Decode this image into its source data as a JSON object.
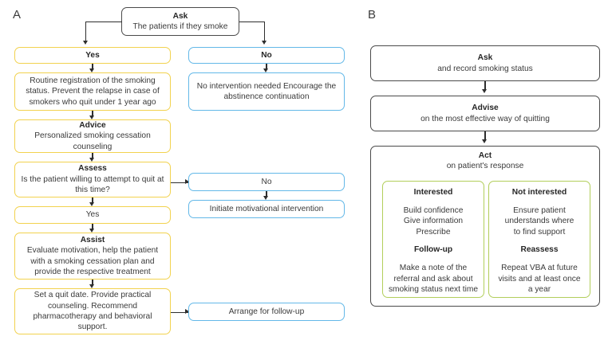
{
  "figure": {
    "panels": [
      {
        "label": "A",
        "name": "panel-a-label"
      },
      {
        "label": "B",
        "name": "panel-b-label"
      }
    ]
  },
  "colors": {
    "dark_border": "#4a4a4a",
    "yellow_border": "#f2d24e",
    "blue_border": "#63b8e8",
    "green_border": "#b2ce5b",
    "text": "#3a3a3a",
    "connector": "#2e2e2e",
    "background": "#ffffff"
  },
  "panel_a": {
    "label": "A",
    "ask": {
      "title": "Ask",
      "body": "The patients if they smoke"
    },
    "yes_branch": {
      "label": "Yes",
      "steps": [
        {
          "title": "",
          "body": "Routine registration of the smoking status. Prevent the relapse in case of smokers who quit under 1 year ago"
        },
        {
          "title": "Advice",
          "body": "Personalized smoking cessation counseling"
        },
        {
          "title": "Assess",
          "body": "Is the patient willing to attempt to quit at this time?"
        },
        {
          "title": "",
          "body": "Yes"
        },
        {
          "title": "Assist",
          "body": "Evaluate motivation, help the patient with a smoking cessation plan and provide the respective treatment"
        },
        {
          "title": "",
          "body": "Set a quit date. Provide practical counseling. Recommend pharmacotherapy and behavioral support."
        }
      ]
    },
    "no_branch": {
      "label": "No",
      "steps": [
        {
          "title": "",
          "body": "No intervention needed Encourage the abstinence continuation"
        }
      ]
    },
    "assess_no": {
      "label": "No",
      "action": "Initiate motivational intervention"
    },
    "followup": {
      "label": "Arrange for follow-up"
    }
  },
  "panel_b": {
    "label": "B",
    "steps": [
      {
        "title": "Ask",
        "body": "and record smoking status"
      },
      {
        "title": "Advise",
        "body": "on the most effective way of quitting"
      },
      {
        "title": "Act",
        "body": "on patient's response"
      }
    ],
    "act_columns": [
      {
        "heading": "Interested",
        "lines": [
          "Build confidence",
          "Give information",
          "Prescribe"
        ],
        "subheading": "Follow-up",
        "sublines": [
          "Make a note of the",
          "referral and ask about",
          "smoking status next time"
        ]
      },
      {
        "heading": "Not interested",
        "lines": [
          "Ensure patient",
          "understands where",
          "to find support"
        ],
        "subheading": "Reassess",
        "sublines": [
          "Repeat VBA at future",
          "visits and at least once",
          "a year"
        ]
      }
    ]
  }
}
